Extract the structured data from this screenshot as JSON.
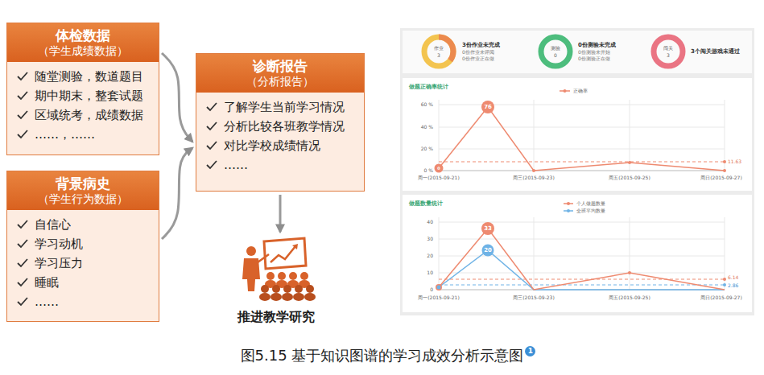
{
  "diagram": {
    "caption": "图5.15 基于知识图谱的学习成效分析示意图",
    "nodes": [
      {
        "text": [
          "体检数据",
          "（学生成绩数据）",
          "随堂测验，数道题目",
          "期中期末，整套试题",
          "区域统考，成绩数据",
          "……，……"
        ]
      },
      {
        "text": [
          "背景病史",
          "（学生行为数据）",
          "自信心",
          "学习动机",
          "学习压力",
          "睡眠",
          "……"
        ]
      },
      {
        "text": [
          "诊断报告",
          "（分析报告）",
          "了解学生当前学习情况",
          "分析比较各班教学情况",
          "对比学校成绩情况",
          "……"
        ]
      },
      {
        "text": [
          "推进教学研究"
        ]
      }
    ],
    "edges": [
      {
        "from": 0,
        "to": 2,
        "arrow": "to"
      },
      {
        "from": 1,
        "to": 2,
        "arrow": "to"
      },
      {
        "from": 2,
        "to": 3,
        "arrow": "to"
      }
    ],
    "labels": [
      "作业",
      "3",
      "3份作业未完成",
      "0份作业未评阅",
      "0份作业正在做",
      "测验",
      "0",
      "0份测验未完成",
      "0份测验未开始",
      "0份测验正在做",
      "闯关",
      "3",
      "3个闯关游戏未通过",
      "做题正确率统计",
      "正确率",
      "60 %",
      "40 %",
      "20 %",
      "0 %",
      "0",
      "76",
      "11.63",
      "周一(2015-09-21)",
      "周三(2015-09-23)",
      "周五(2015-09-25)",
      "周日(2015-09-27)",
      "做题数量统计",
      "个人做题数量",
      "全班平均数量",
      "40",
      "30",
      "20",
      "10",
      "0",
      "33",
      "20",
      "6.14",
      "2.86",
      "周一(2015-09-21)",
      "周三(2015-09-23)",
      "周五(2015-09-25)",
      "周日(2015-09-27)",
      "1"
    ]
  }
}
